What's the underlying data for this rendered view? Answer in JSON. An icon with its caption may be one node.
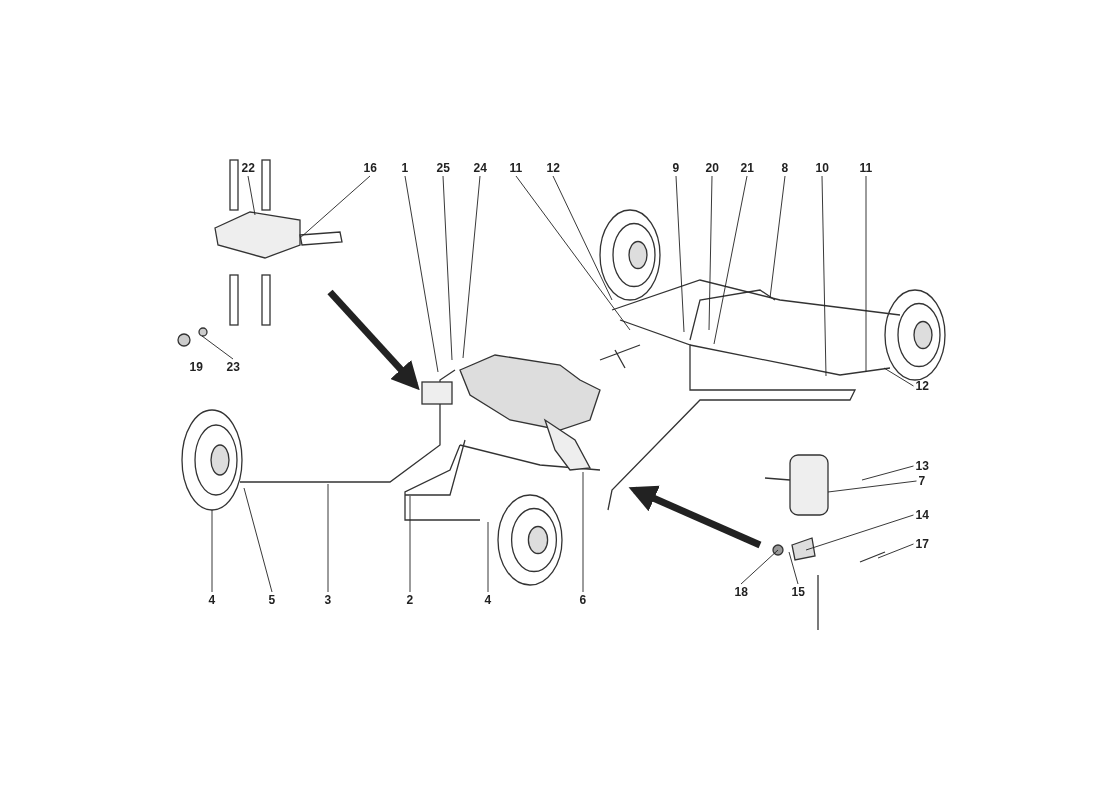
{
  "diagram": {
    "nodes": [
      {
        "text": [
          "22"
        ]
      },
      {
        "text": [
          "16"
        ]
      },
      {
        "text": [
          "1"
        ]
      },
      {
        "text": [
          "25"
        ]
      },
      {
        "text": [
          "24"
        ]
      },
      {
        "text": [
          "11"
        ]
      },
      {
        "text": [
          "12"
        ]
      },
      {
        "text": [
          "9"
        ]
      },
      {
        "text": [
          "20"
        ]
      },
      {
        "text": [
          "21"
        ]
      },
      {
        "text": [
          "8"
        ]
      },
      {
        "text": [
          "10"
        ]
      },
      {
        "text": [
          "11"
        ]
      },
      {
        "text": [
          "19"
        ]
      },
      {
        "text": [
          "23"
        ]
      },
      {
        "text": [
          "12"
        ]
      },
      {
        "text": [
          "13"
        ]
      },
      {
        "text": [
          "7"
        ]
      },
      {
        "text": [
          "14"
        ]
      },
      {
        "text": [
          "17"
        ]
      },
      {
        "text": [
          "18"
        ]
      },
      {
        "text": [
          "15"
        ]
      },
      {
        "text": [
          "4"
        ]
      },
      {
        "text": [
          "5"
        ]
      },
      {
        "text": [
          "3"
        ]
      },
      {
        "text": [
          "2"
        ]
      },
      {
        "text": [
          "4"
        ]
      },
      {
        "text": [
          "6"
        ]
      }
    ],
    "edges": [
      {
        "from": 0,
        "to": null,
        "arrow": "none"
      },
      {
        "from": 1,
        "to": null,
        "arrow": "none"
      },
      {
        "from": 2,
        "to": null,
        "arrow": "none"
      },
      {
        "from": 3,
        "to": null,
        "arrow": "none"
      },
      {
        "from": 4,
        "to": null,
        "arrow": "none"
      },
      {
        "from": 5,
        "to": null,
        "arrow": "none"
      },
      {
        "from": 6,
        "to": null,
        "arrow": "none"
      },
      {
        "from": 7,
        "to": null,
        "arrow": "none"
      },
      {
        "from": 8,
        "to": null,
        "arrow": "none"
      },
      {
        "from": 9,
        "to": null,
        "arrow": "none"
      },
      {
        "from": 10,
        "to": null,
        "arrow": "none"
      },
      {
        "from": 11,
        "to": null,
        "arrow": "none"
      },
      {
        "from": 12,
        "to": null,
        "arrow": "none"
      },
      {
        "from": 14,
        "to": null,
        "arrow": "none"
      },
      {
        "from": 15,
        "to": null,
        "arrow": "none"
      },
      {
        "from": 16,
        "to": null,
        "arrow": "none"
      },
      {
        "from": 17,
        "to": null,
        "arrow": "none"
      },
      {
        "from": 18,
        "to": null,
        "arrow": "none"
      },
      {
        "from": 19,
        "to": null,
        "arrow": "none"
      },
      {
        "from": 20,
        "to": null,
        "arrow": "none"
      },
      {
        "from": 21,
        "to": null,
        "arrow": "none"
      },
      {
        "from": 22,
        "to": null,
        "arrow": "none"
      },
      {
        "from": 23,
        "to": null,
        "arrow": "none"
      },
      {
        "from": 24,
        "to": null,
        "arrow": "none"
      },
      {
        "from": 25,
        "to": null,
        "arrow": "none"
      },
      {
        "from": 26,
        "to": null,
        "arrow": "none"
      },
      {
        "from": 27,
        "to": null,
        "arrow": "none"
      }
    ]
  }
}
